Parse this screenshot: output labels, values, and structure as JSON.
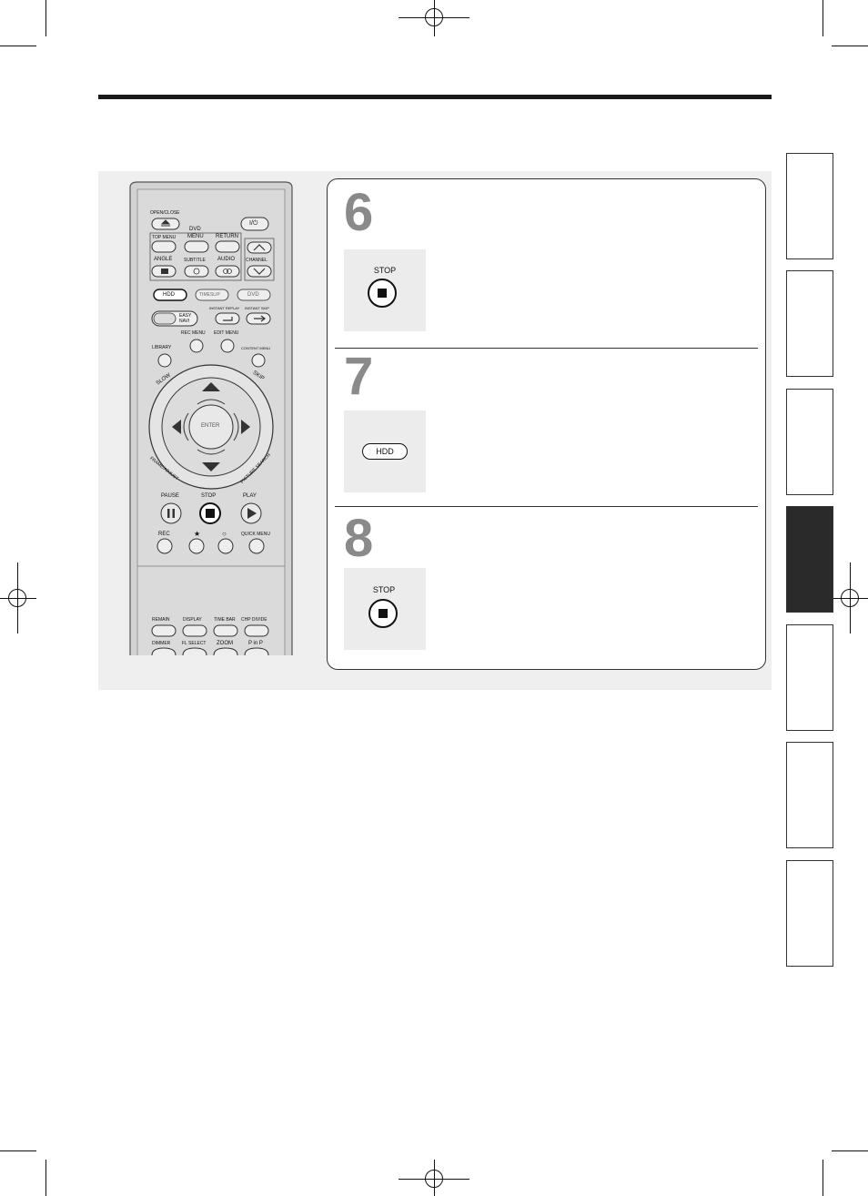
{
  "steps": [
    {
      "number": "6",
      "button": "STOP"
    },
    {
      "number": "7",
      "button": "HDD"
    },
    {
      "number": "8",
      "button": "STOP"
    }
  ],
  "remote": {
    "open_close": "OPEN/CLOSE",
    "power": "I/⏻",
    "dvd": "DVD",
    "top_menu": "TOP MENU",
    "menu": "MENU",
    "return": "RETURN",
    "angle": "ANGLE",
    "subtitle": "SUBTITLE",
    "audio": "AUDIO",
    "channel": "CHANNEL",
    "hdd": "HDD",
    "timeslip": "TIMESLIP",
    "dvd_btn": "DVD",
    "easy": "EASY",
    "navi": "NAVI",
    "instant_replay": "INSTANT REPLAY",
    "instant_skip": "INSTANT SKIP",
    "rec_menu": "REC MENU",
    "edit_menu": "EDIT MENU",
    "library": "LIBRARY",
    "content_menu": "CONTENT MENU",
    "slow": "SLOW",
    "skip": "SKIP",
    "enter": "ENTER",
    "frame_adjust": "FRAME/ADJUST",
    "picture_search": "PICTURE SEARCH",
    "pause": "PAUSE",
    "stop": "STOP",
    "play": "PLAY",
    "rec": "REC",
    "quick_menu": "QUICK MENU",
    "remain": "REMAIN",
    "display": "DISPLAY",
    "time_bar": "TIME BAR",
    "chp_divide": "CHP DIVIDE",
    "dimmer": "DIMMER",
    "fl_select": "FL SELECT",
    "zoom": "ZOOM",
    "p_in_p": "P in P"
  },
  "side_tabs": {
    "count": 7,
    "active_index": 3
  }
}
